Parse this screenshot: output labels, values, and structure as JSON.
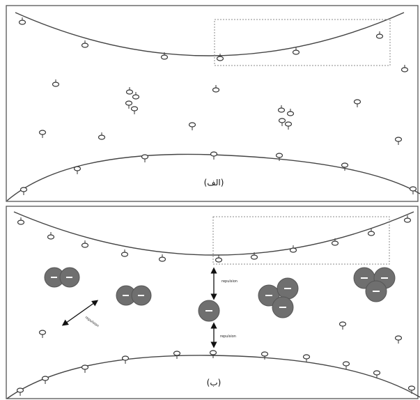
{
  "panels": {
    "top": {
      "label": "(الف)"
    },
    "bottom": {
      "label": "(ب)",
      "annotations": {
        "repulsion_upper": "repulsion",
        "repulsion_lower": "repulsion",
        "diagonal_label": "repulsion"
      }
    }
  },
  "colors": {
    "droplet": "#6f6f6f",
    "outline": "#444444"
  }
}
